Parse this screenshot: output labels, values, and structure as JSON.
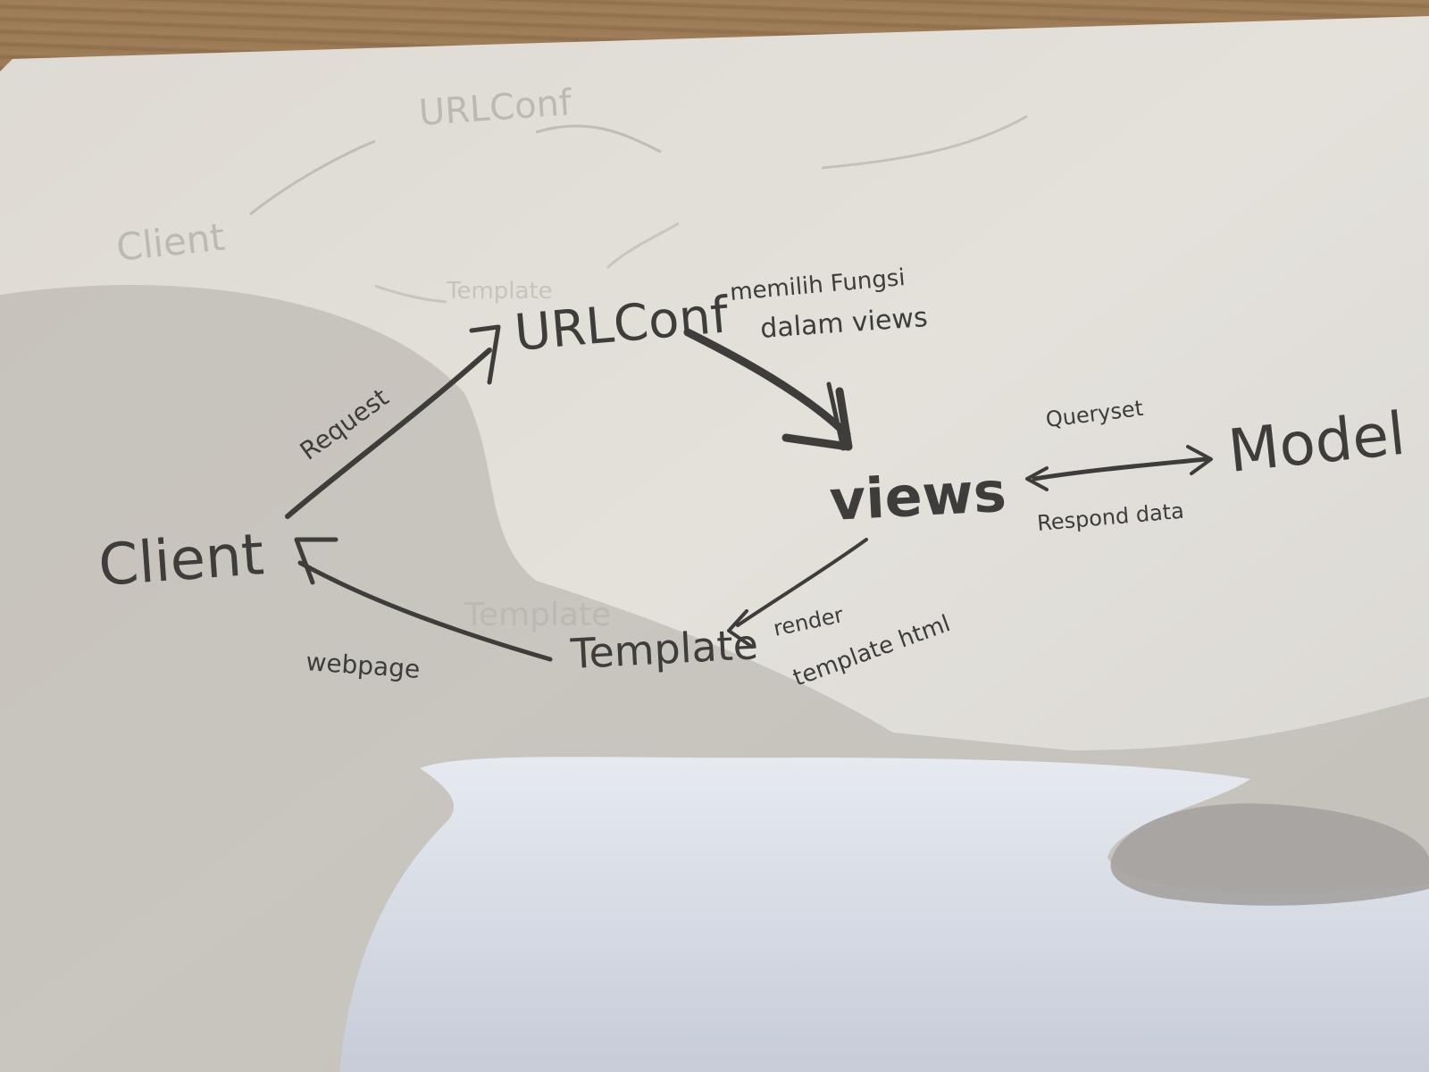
{
  "nodes": {
    "client": "Client",
    "urlconf": "URLConf",
    "views": "views",
    "model": "Model",
    "template": "Template"
  },
  "edges": {
    "request": "Request",
    "choose_function_line1": "memilih Fungsi",
    "choose_function_line2": "dalam views",
    "queryset": "Queryset",
    "respond_data": "Respond data",
    "render_line1": "render",
    "render_line2": "template html",
    "webpage": "webpage"
  },
  "erased_sketch": {
    "client": "Client",
    "urlconf": "URLConf",
    "template": "Template",
    "template_lower": "Template"
  },
  "colors": {
    "pencil": "#3e3d3b",
    "faint_pencil": "#b8b4ae",
    "paper": "#e9e6e1",
    "paper_shadow": "#a6a29c",
    "table_wood": "#8a6a4a"
  }
}
